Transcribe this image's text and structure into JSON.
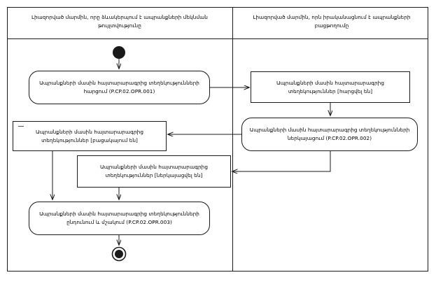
{
  "diagram": {
    "type": "uml-activity-diagram",
    "title_present": false,
    "background_color": "#ffffff",
    "line_color": "#1a1a1a",
    "text_color": "#000000"
  },
  "lanes": [
    {
      "id": "lane-left",
      "title": "Լիազորված մարմին, որը ձևակերպում է ապրանքների մեկնման թույլտվությունը"
    },
    {
      "id": "lane-right",
      "title": "Լիազորված մարմին, որն իրականացնում է ապրանքների բացթողումը"
    }
  ],
  "nodes": [
    {
      "id": "start-node",
      "kind": "initial-node",
      "lane": "lane-left",
      "label": ""
    },
    {
      "id": "action-request",
      "kind": "action",
      "lane": "lane-left",
      "label": "Ապրանքների մասին հայտարարագրից տեղեկությունների հարցում (P.CP.02.OPR.001)"
    },
    {
      "id": "object-requested",
      "kind": "object-node",
      "lane": "lane-right",
      "label": "Ապրանքների մասին հայտարարագրից տեղեկություններ [հարցվել են]"
    },
    {
      "id": "action-provide",
      "kind": "action",
      "lane": "lane-right",
      "label": "Ապրանքների մասին հայտարարագրից տեղեկությունների ներկայացում (P.CP.02.OPR.002)"
    },
    {
      "id": "object-absent",
      "kind": "object-node",
      "lane": "lane-left",
      "label": "Ապրանքների մասին հայտարարագրից տեղեկություններ [բացակայում են]"
    },
    {
      "id": "object-provided",
      "kind": "object-node",
      "lane": "lane-left",
      "label": "Ապրանքների մասին հայտարարագրից տեղեկություններ [ներկայացվել են]"
    },
    {
      "id": "action-receive",
      "kind": "action",
      "lane": "lane-left",
      "label": "Ապրանքների մասին հայտարարագրից տեղեկությունների ընդունում և մշակում (P.CP.02.OPR.003)"
    },
    {
      "id": "end-node",
      "kind": "final-node",
      "lane": "lane-left",
      "label": ""
    }
  ],
  "edges": [
    {
      "id": "edge-start-to-request",
      "from": "start-node",
      "to": "action-request"
    },
    {
      "id": "edge-request-to-requested",
      "from": "action-request",
      "to": "object-requested"
    },
    {
      "id": "edge-requested-to-provide",
      "from": "object-requested",
      "to": "action-provide"
    },
    {
      "id": "edge-provide-to-absent",
      "from": "action-provide",
      "to": "object-absent"
    },
    {
      "id": "edge-provide-to-provided",
      "from": "action-provide",
      "to": "object-provided"
    },
    {
      "id": "edge-absent-to-receive",
      "from": "object-absent",
      "to": "action-receive"
    },
    {
      "id": "edge-provided-to-receive",
      "from": "object-provided",
      "to": "action-receive"
    },
    {
      "id": "edge-receive-to-end",
      "from": "action-receive",
      "to": "end-node"
    }
  ]
}
